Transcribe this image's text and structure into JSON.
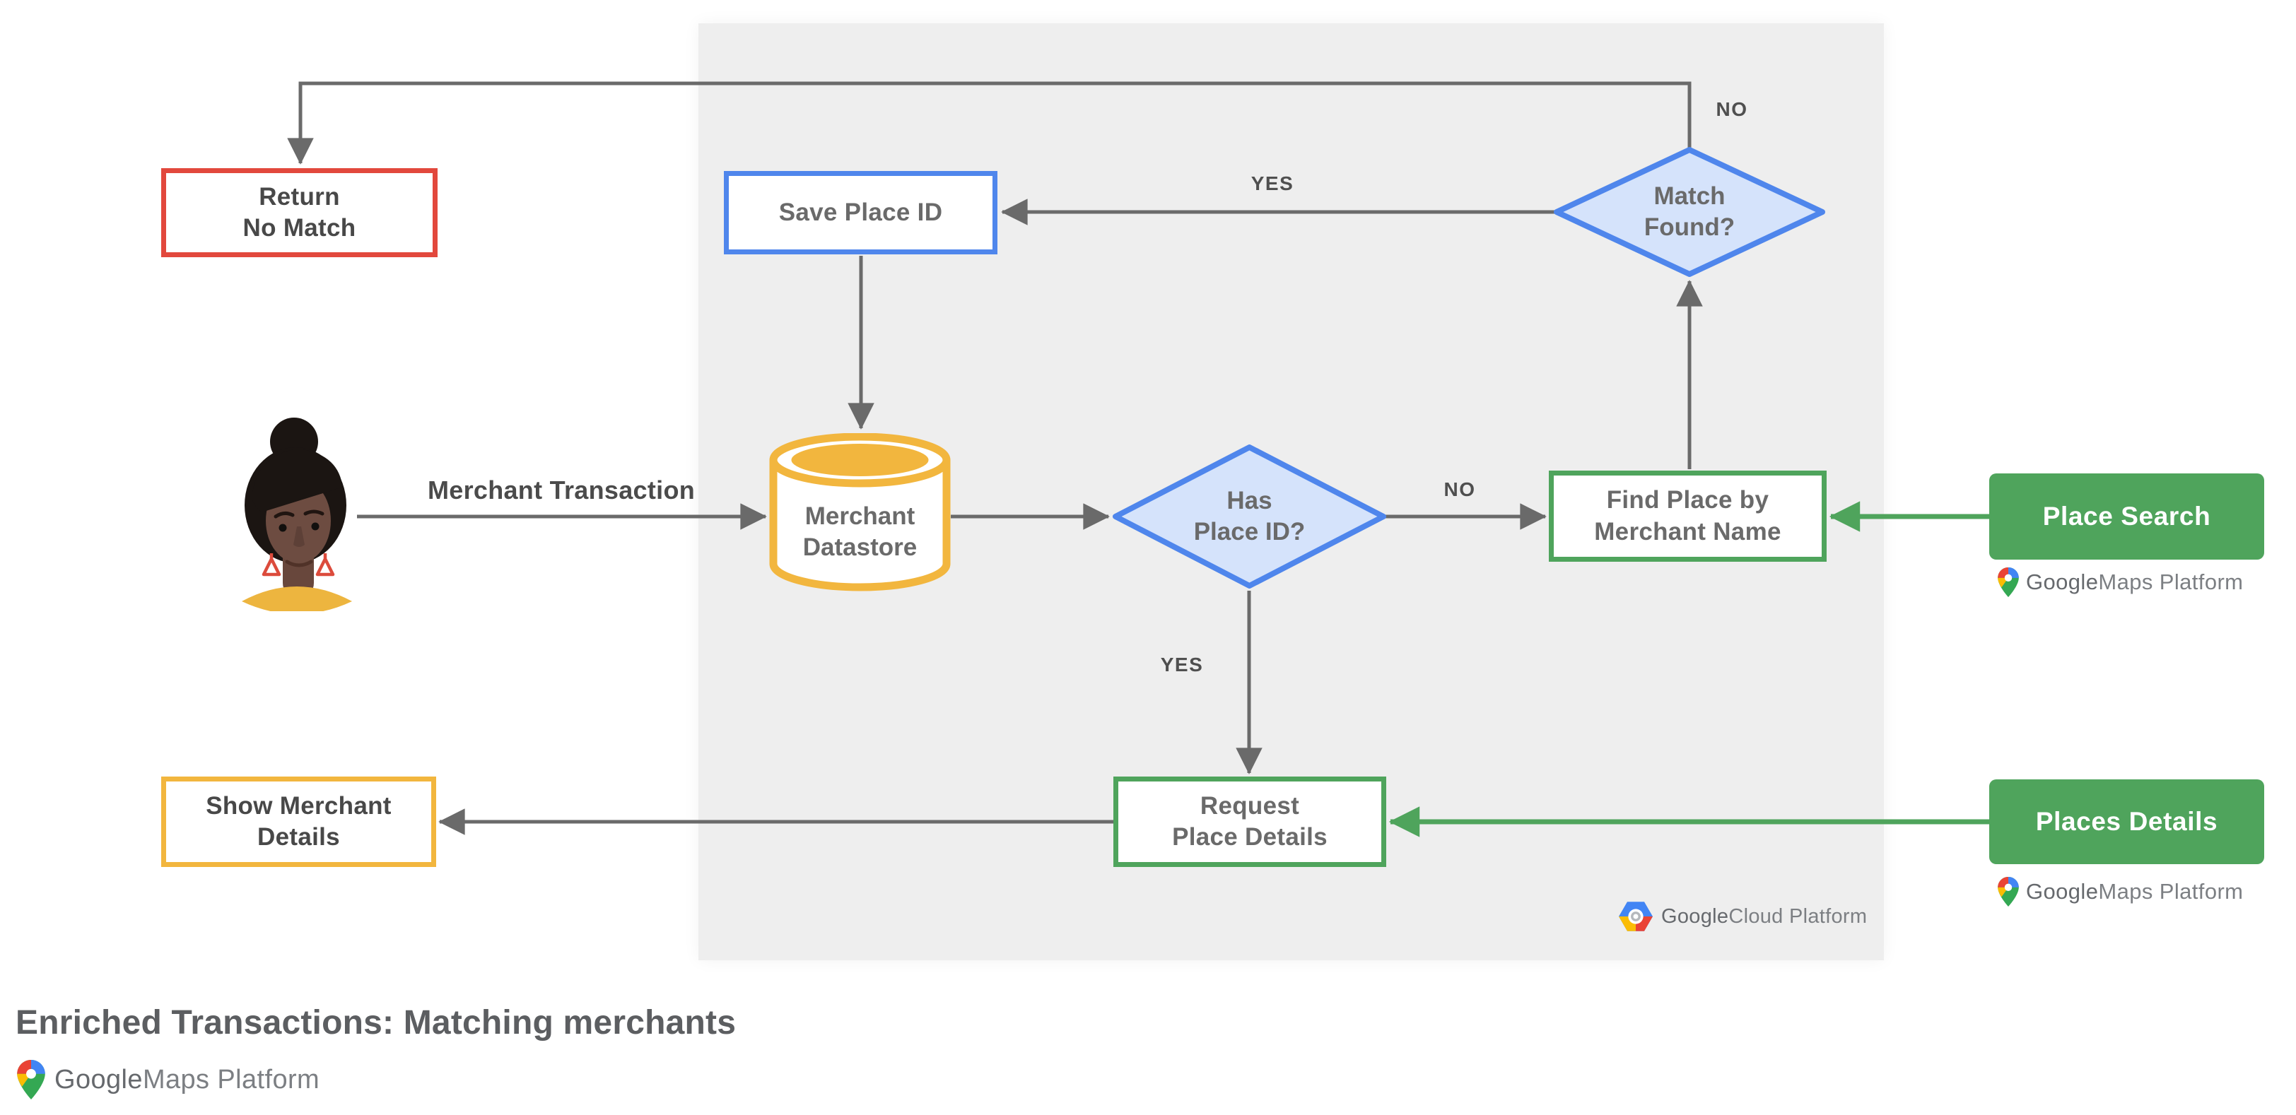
{
  "title": "Enriched Transactions: Matching merchants",
  "nodes": {
    "return_no_match": "Return\nNo Match",
    "save_place_id": "Save Place ID",
    "merchant_datastore": "Merchant\nDatastore",
    "match_found": "Match\nFound?",
    "has_place_id": "Has\nPlace ID?",
    "find_place_by_merchant_name": "Find Place by\nMerchant Name",
    "place_search": "Place Search",
    "request_place_details": "Request\nPlace Details",
    "places_details": "Places Details",
    "show_merchant_details": "Show Merchant\nDetails"
  },
  "edge_labels": {
    "match_found_no": "NO",
    "match_found_yes": "YES",
    "has_place_id_no": "NO",
    "has_place_id_yes": "YES",
    "merchant_transaction": "Merchant Transaction"
  },
  "logos": {
    "google_cloud_platform": {
      "google": "Google",
      "rest": " Cloud Platform"
    },
    "maps_platform_search": {
      "google": "Google",
      "rest": " Maps Platform"
    },
    "maps_platform_details": {
      "google": "Google",
      "rest": " Maps Platform"
    },
    "maps_platform_footer": {
      "google": "Google",
      "rest": " Maps Platform"
    }
  },
  "colors": {
    "red": "#E2483D",
    "yellow": "#F2B63E",
    "blue": "#4F86EC",
    "blue_fill": "#D5E3FB",
    "green": "#4FA45C",
    "panel": "#EEEEEE",
    "arrow": "#6A6A6A"
  }
}
